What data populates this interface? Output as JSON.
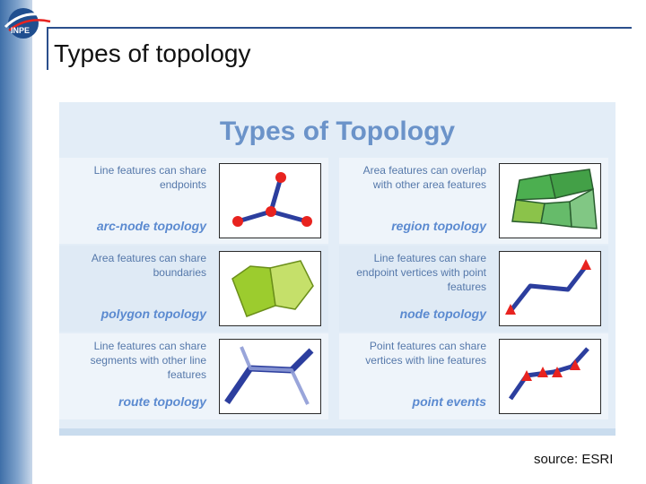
{
  "slide": {
    "title": "Types of topology",
    "logo_text": "INPE",
    "source": "source: ESRI"
  },
  "panel": {
    "title": "Types of Topology",
    "cells": [
      {
        "desc": "Line features can share endpoints",
        "name": "arc-node topology",
        "icon": "arc-node-diagram"
      },
      {
        "desc": "Area features can overlap with other area features",
        "name": "region topology",
        "icon": "region-diagram"
      },
      {
        "desc": "Area features can share boundaries",
        "name": "polygon topology",
        "icon": "polygon-diagram"
      },
      {
        "desc": "Line features can share endpoint vertices with point features",
        "name": "node topology",
        "icon": "node-diagram"
      },
      {
        "desc": "Line features can share segments with other line features",
        "name": "route topology",
        "icon": "route-diagram"
      },
      {
        "desc": "Point features can share vertices with line features",
        "name": "point events",
        "icon": "point-events-diagram"
      }
    ]
  },
  "colors": {
    "accent_blue": "#2b4f8c",
    "title_blue": "#6b93c9",
    "line_blue": "#2c3e9e",
    "point_red": "#e8231f",
    "region_green": "#4caf50",
    "polygon_green": "#9ccc2e"
  }
}
